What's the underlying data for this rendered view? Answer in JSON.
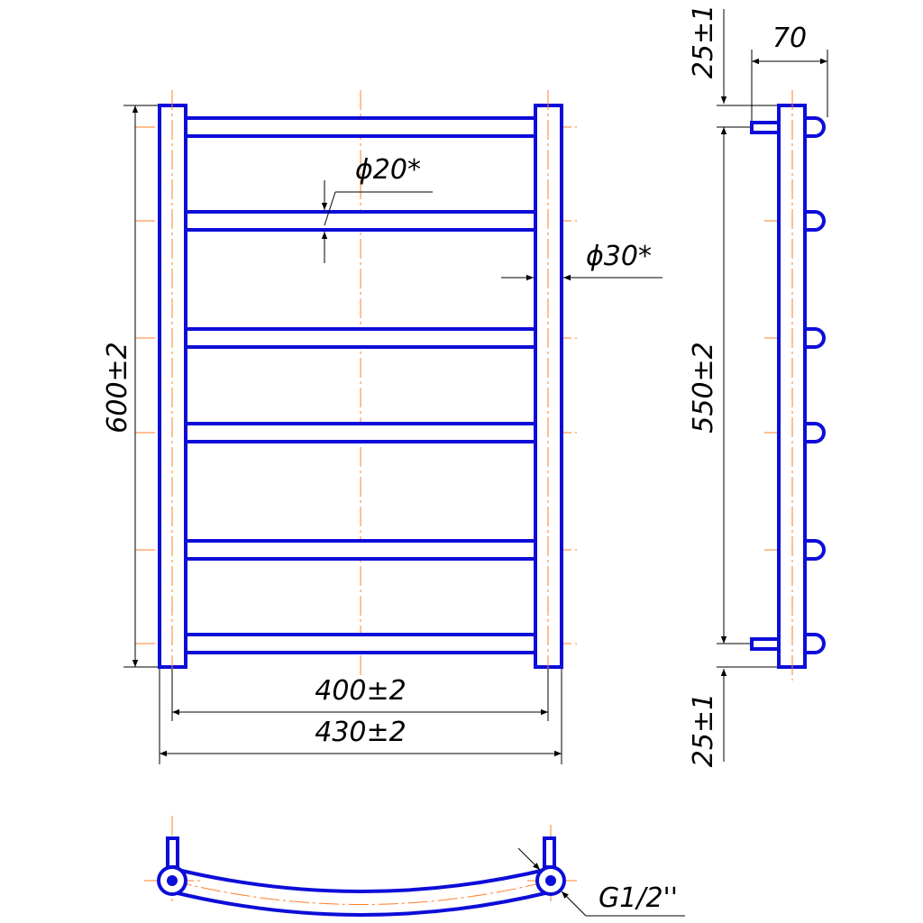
{
  "colors": {
    "outline": "#0d0dd9",
    "centerline": "#ff7f27",
    "dimension": "#000000",
    "background": "#ffffff"
  },
  "labels": {
    "tube_diameter": "ϕ20*",
    "post_diameter": "ϕ30*",
    "overall_height": "600±2",
    "axis_width": "400±2",
    "overall_width": "430±2",
    "top_offset": "25±1",
    "wall_distance": "70",
    "connection_spacing": "550±2",
    "bottom_offset": "25±1",
    "thread": "G1/2''"
  },
  "views": {
    "front": {
      "rungs": 6
    },
    "side": {
      "rungs": 6,
      "connections": 2
    },
    "top": {
      "connections": 2
    }
  }
}
